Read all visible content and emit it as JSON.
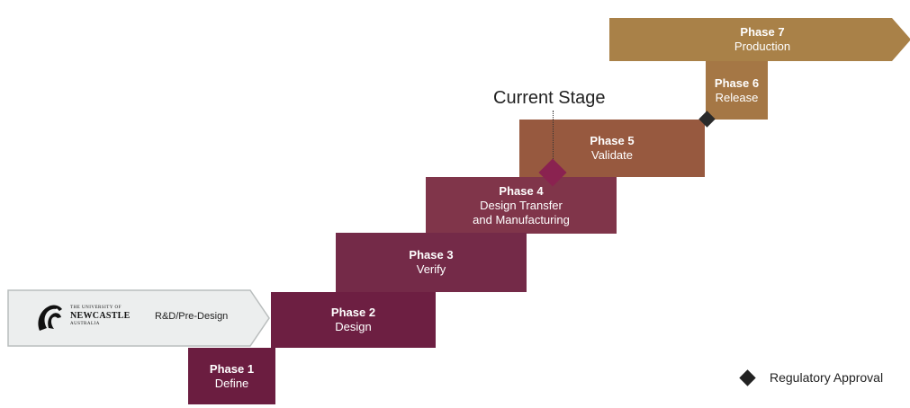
{
  "phases": [
    {
      "title": "Phase 1",
      "label": "Define"
    },
    {
      "title": "Phase 2",
      "label": "Design"
    },
    {
      "title": "Phase 3",
      "label": "Verify"
    },
    {
      "title": "Phase 4",
      "label_line1": "Design Transfer",
      "label_line2": "and Manufacturing"
    },
    {
      "title": "Phase 5",
      "label": "Validate"
    },
    {
      "title": "Phase 6",
      "label": "Release"
    },
    {
      "title": "Phase 7",
      "label": "Production"
    }
  ],
  "predesign": {
    "logo_line1": "THE UNIVERSITY OF",
    "logo_line2": "NEWCASTLE",
    "logo_line3": "AUSTRALIA",
    "label": "R&D/Pre-Design"
  },
  "current_stage": "Current Stage",
  "legend": {
    "label": "Regulatory Approval"
  },
  "colors": {
    "phase1": "#6b1d40",
    "phase7": "#a98148",
    "current_marker": "#8a2250",
    "regulatory_marker": "#2a2a2a"
  },
  "icons": {
    "logo": "newcastle-horse-logo",
    "regulatory": "diamond-marker"
  }
}
